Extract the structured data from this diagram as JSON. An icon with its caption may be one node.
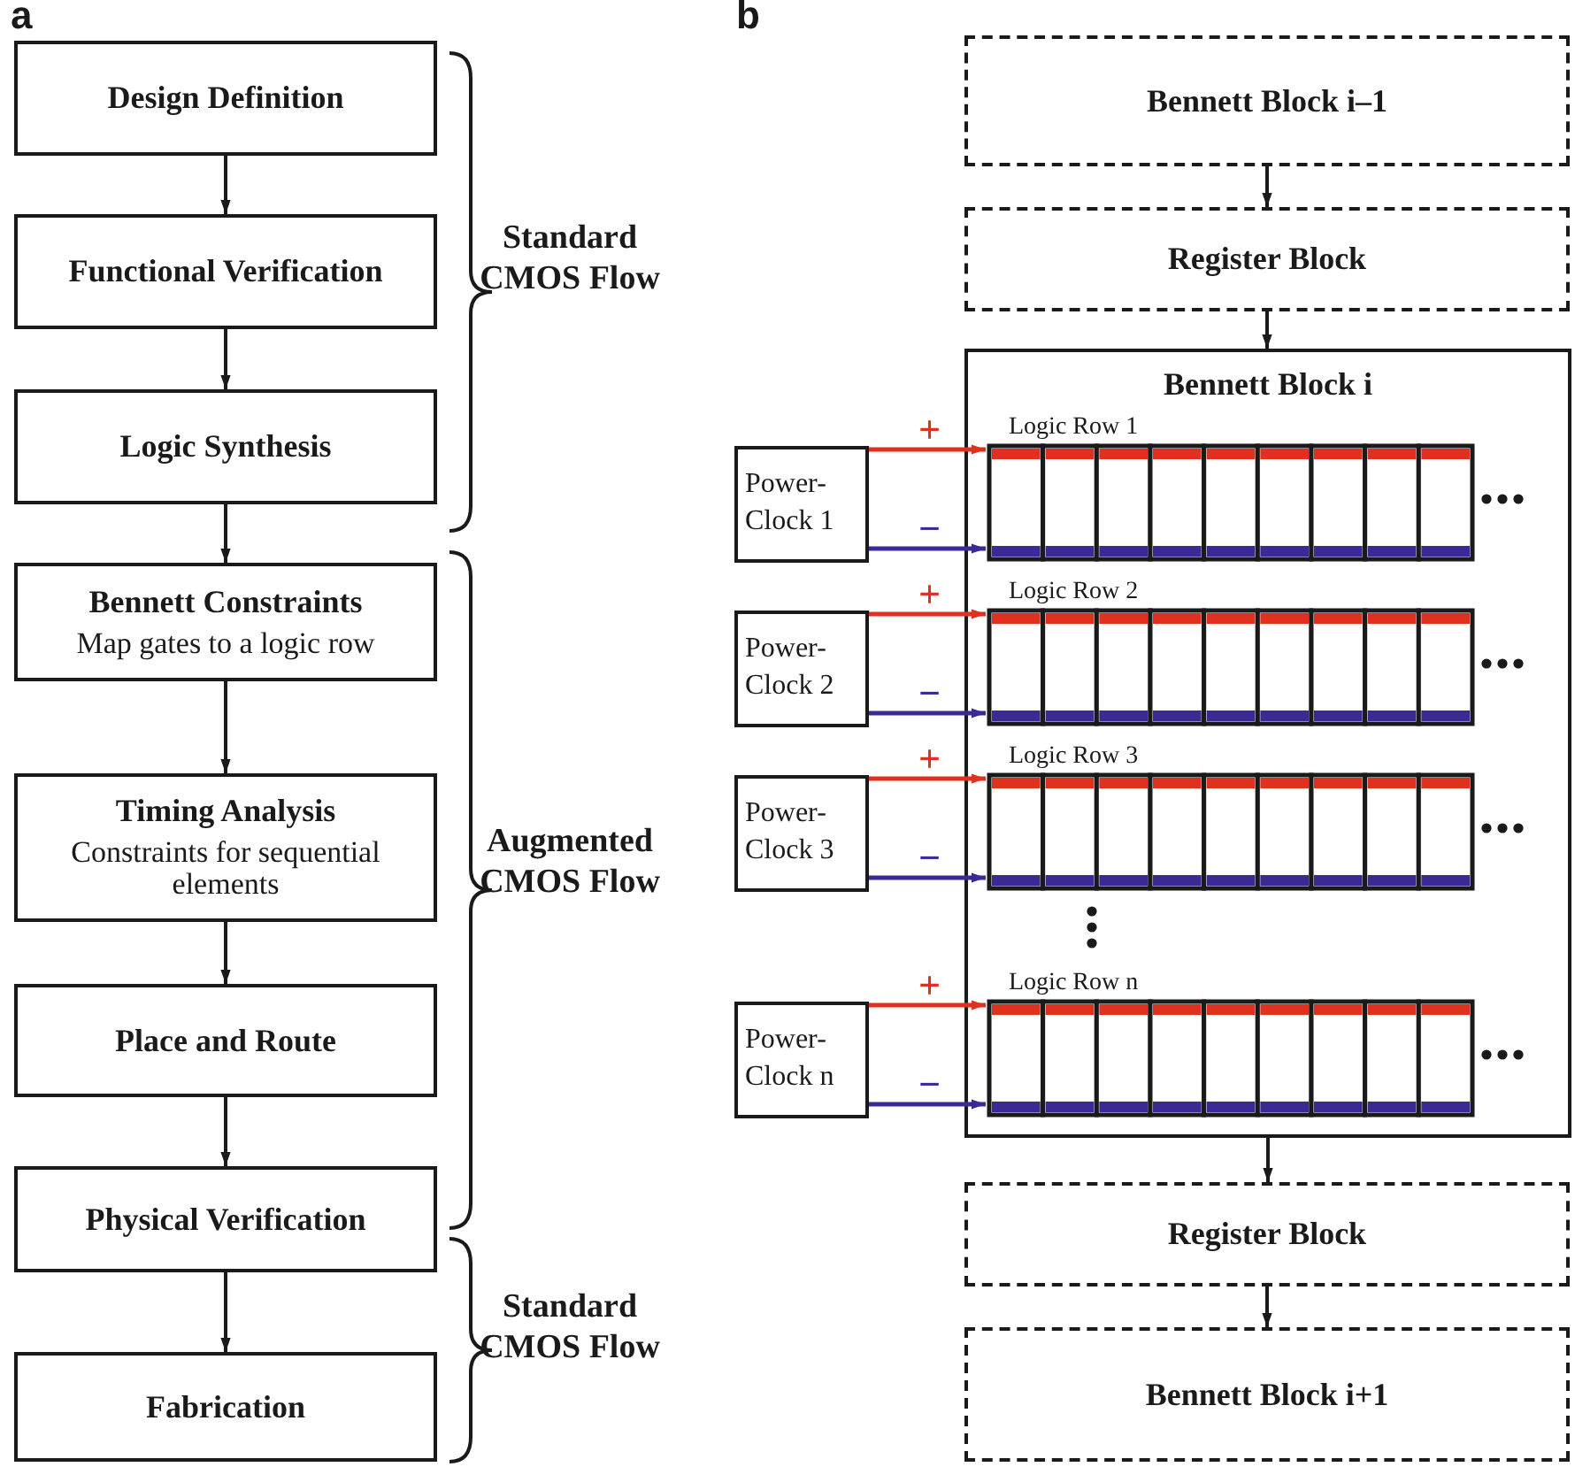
{
  "diagram": {
    "nodes": [
      {
        "text": [
          "Design Definition"
        ]
      },
      {
        "text": [
          "Functional Verification"
        ]
      },
      {
        "text": [
          "Logic Synthesis"
        ]
      },
      {
        "text": [
          "Bennett Constraints",
          "Map gates to a logic row"
        ]
      },
      {
        "text": [
          "Timing Analysis",
          "Constraints for sequential elements"
        ]
      },
      {
        "text": [
          "Place and Route"
        ]
      },
      {
        "text": [
          "Physical Verification"
        ]
      },
      {
        "text": [
          "Fabrication"
        ]
      },
      {
        "text": [
          "Bennett Block i–1"
        ]
      },
      {
        "text": [
          "Register Block"
        ]
      },
      {
        "text": [
          "Bennett Block i"
        ]
      },
      {
        "text": [
          "Logic Row 1"
        ],
        "in": 10
      },
      {
        "text": [
          "Logic Row 2"
        ],
        "in": 10
      },
      {
        "text": [
          "Logic Row 3"
        ],
        "in": 10
      },
      {
        "text": [
          "Logic Row n"
        ],
        "in": 10
      },
      {
        "text": [
          "Power- Clock 1"
        ]
      },
      {
        "text": [
          "Power- Clock 2"
        ]
      },
      {
        "text": [
          "Power- Clock 3"
        ]
      },
      {
        "text": [
          "Power- Clock n"
        ]
      },
      {
        "text": [
          "Register Block"
        ]
      },
      {
        "text": [
          "Bennett Block i+1"
        ]
      }
    ],
    "edges": [
      {
        "from": 0,
        "to": 1,
        "arrow": "to"
      },
      {
        "from": 1,
        "to": 2,
        "arrow": "to"
      },
      {
        "from": 2,
        "to": 3,
        "arrow": "to"
      },
      {
        "from": 3,
        "to": 4,
        "arrow": "to"
      },
      {
        "from": 4,
        "to": 5,
        "arrow": "to"
      },
      {
        "from": 5,
        "to": 6,
        "arrow": "to"
      },
      {
        "from": 6,
        "to": 7,
        "arrow": "to"
      },
      {
        "from": 8,
        "to": 9,
        "arrow": "to"
      },
      {
        "from": 9,
        "to": 10,
        "arrow": "to"
      },
      {
        "from": 10,
        "to": 19,
        "arrow": "to"
      },
      {
        "from": 19,
        "to": 20,
        "arrow": "to"
      },
      {
        "from": 15,
        "to": 11,
        "arrow": "to",
        "label": "+",
        "color": "#e0301e"
      },
      {
        "from": 15,
        "to": 11,
        "arrow": "to",
        "label": "−",
        "color": "#3b2a96"
      },
      {
        "from": 16,
        "to": 12,
        "arrow": "to",
        "label": "+",
        "color": "#e0301e"
      },
      {
        "from": 16,
        "to": 12,
        "arrow": "to",
        "label": "−",
        "color": "#3b2a96"
      },
      {
        "from": 17,
        "to": 13,
        "arrow": "to",
        "label": "+",
        "color": "#e0301e"
      },
      {
        "from": 17,
        "to": 13,
        "arrow": "to",
        "label": "−",
        "color": "#3b2a96"
      },
      {
        "from": 18,
        "to": 14,
        "arrow": "to",
        "label": "+",
        "color": "#e0301e"
      },
      {
        "from": 18,
        "to": 14,
        "arrow": "to",
        "label": "−",
        "color": "#3b2a96"
      }
    ],
    "labels": [
      "a",
      "b",
      "Standard CMOS Flow",
      "Augmented CMOS Flow",
      "Standard CMOS Flow"
    ]
  }
}
